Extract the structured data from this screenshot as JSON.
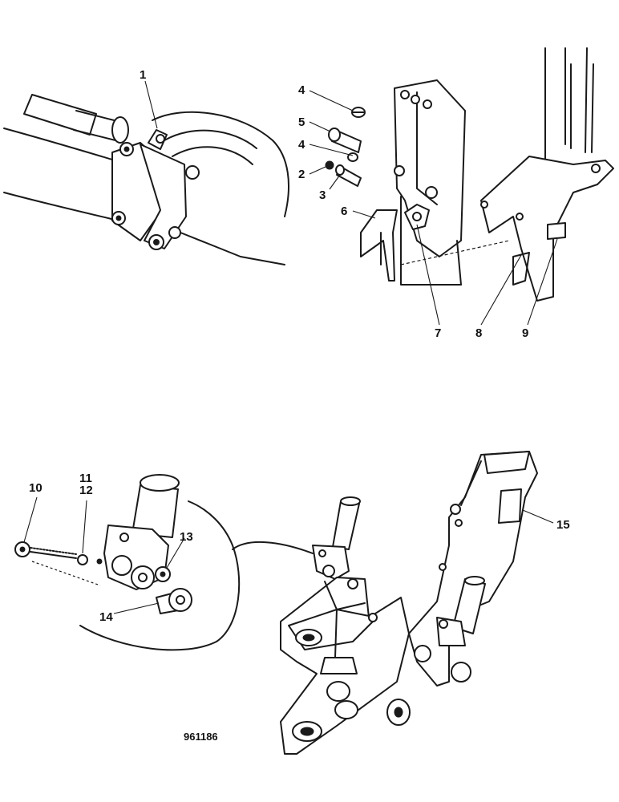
{
  "drawing_number": "961186",
  "callouts": {
    "c1": "1",
    "c2": "2",
    "c3": "3",
    "c4a": "4",
    "c4b": "4",
    "c5": "5",
    "c6": "6",
    "c7": "7",
    "c8": "8",
    "c9": "9",
    "c10": "10",
    "c11": "11",
    "c12": "12",
    "c13": "13",
    "c14": "14",
    "c15": "15"
  }
}
